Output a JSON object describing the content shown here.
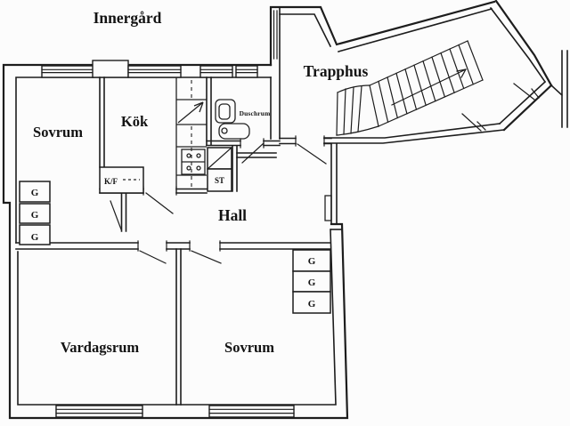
{
  "plan": {
    "labels": {
      "courtyard": "Innergård",
      "stairwell": "Trapphus",
      "bedroom_top": "Sovrum",
      "kitchen": "Kök",
      "shower_room": "Duschrum",
      "fridge_freezer": "K/F",
      "cleaning_closet": "ST",
      "hall": "Hall",
      "living_room": "Vardagsrum",
      "bedroom_bottom": "Sovrum",
      "wardrobe": "G"
    },
    "colors": {
      "line": "#1d1d1d",
      "background": "#fcfcfc",
      "text": "#131313"
    }
  }
}
